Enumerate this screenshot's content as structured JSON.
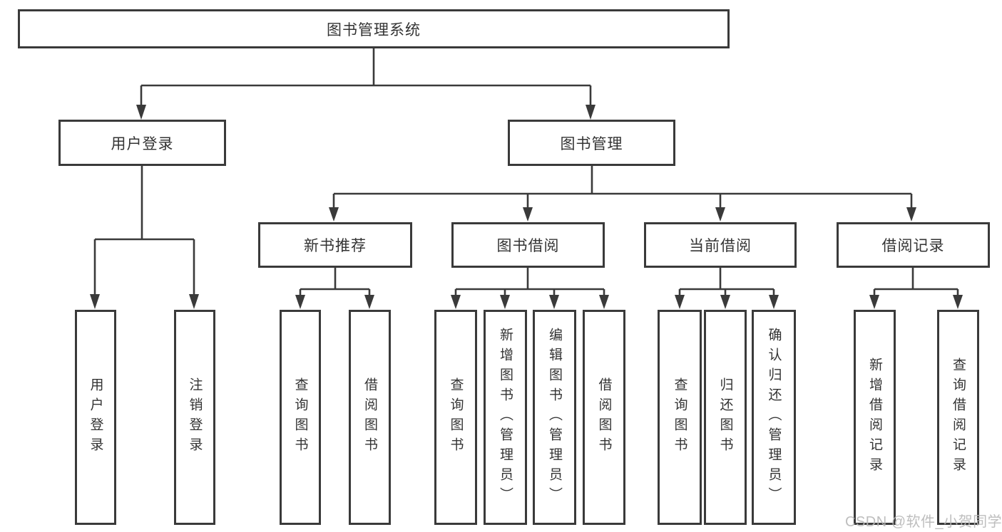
{
  "colors": {
    "line": "#3a3a3a",
    "box_border": "#3a3a3a",
    "box_bg": "#ffffff",
    "text": "#333333",
    "watermark": "#b7b7b7"
  },
  "watermark": {
    "text": "CSDN @软件_小贺同学"
  },
  "tree": {
    "root": {
      "label": "图书管理系统",
      "children": [
        {
          "label": "用户登录",
          "children": [
            {
              "label": "用户登录"
            },
            {
              "label": "注销登录"
            }
          ]
        },
        {
          "label": "图书管理",
          "children": [
            {
              "label": "新书推荐",
              "children": [
                {
                  "label": "查询图书"
                },
                {
                  "label": "借阅图书"
                }
              ]
            },
            {
              "label": "图书借阅",
              "children": [
                {
                  "label": "查询图书"
                },
                {
                  "label": "新增图书（管理员）"
                },
                {
                  "label": "编辑图书（管理员）"
                },
                {
                  "label": "借阅图书"
                }
              ]
            },
            {
              "label": "当前借阅",
              "children": [
                {
                  "label": "查询图书"
                },
                {
                  "label": "归还图书"
                },
                {
                  "label": "确认归还（管理员）"
                }
              ]
            },
            {
              "label": "借阅记录",
              "children": [
                {
                  "label": "新增借阅记录"
                },
                {
                  "label": "查询借阅记录"
                }
              ]
            }
          ]
        }
      ]
    }
  }
}
